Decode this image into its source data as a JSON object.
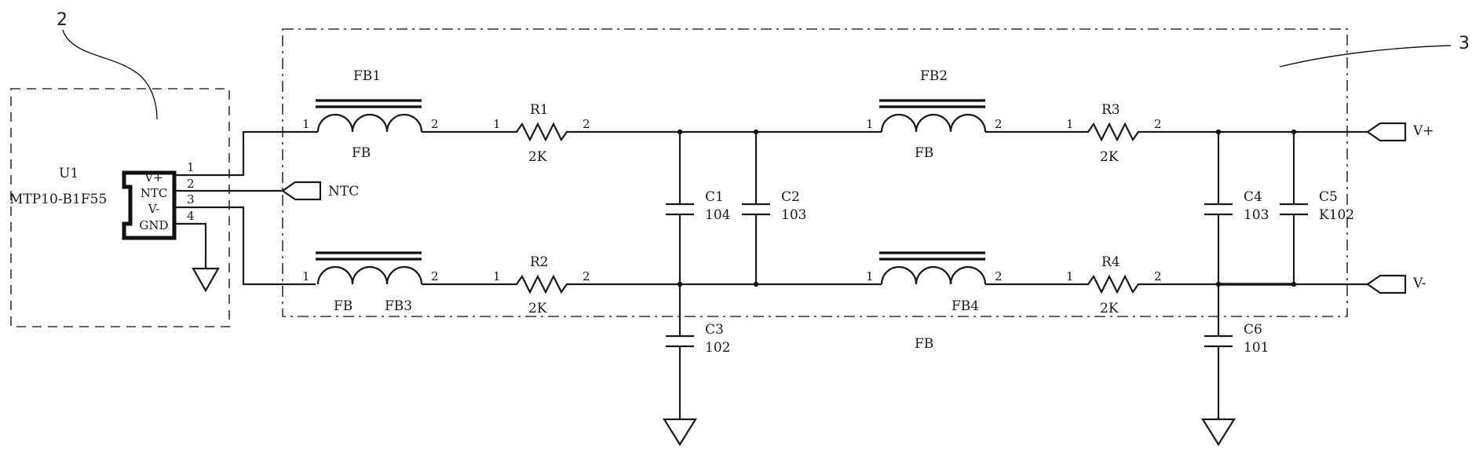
{
  "callouts": {
    "block2": "2",
    "block3": "3"
  },
  "u1": {
    "ref": "U1",
    "part": "MTP10-B1F55",
    "pins": [
      {
        "num": "1",
        "name": "V+"
      },
      {
        "num": "2",
        "name": "NTC"
      },
      {
        "num": "3",
        "name": "V-"
      },
      {
        "num": "4",
        "name": "GND"
      }
    ]
  },
  "ports": {
    "ntc": "NTC",
    "vplus": "V+",
    "vminus": "V-"
  },
  "fb1": {
    "ref": "FB1",
    "value": "FB",
    "p1": "1",
    "p2": "2"
  },
  "fb2": {
    "ref": "FB2",
    "value": "FB",
    "p1": "1",
    "p2": "2"
  },
  "fb3": {
    "ref": "FB3",
    "value": "FB",
    "p1": "1",
    "p2": "2"
  },
  "fb4": {
    "ref": "FB4",
    "value": "FB",
    "p1": "1",
    "p2": "2"
  },
  "r1": {
    "ref": "R1",
    "value": "2K",
    "p1": "1",
    "p2": "2"
  },
  "r2": {
    "ref": "R2",
    "value": "2K",
    "p1": "1",
    "p2": "2"
  },
  "r3": {
    "ref": "R3",
    "value": "2K",
    "p1": "1",
    "p2": "2"
  },
  "r4": {
    "ref": "R4",
    "value": "2K",
    "p1": "1",
    "p2": "2"
  },
  "c1": {
    "ref": "C1",
    "value": "104"
  },
  "c2": {
    "ref": "C2",
    "value": "103"
  },
  "c3": {
    "ref": "C3",
    "value": "102"
  },
  "c4": {
    "ref": "C4",
    "value": "103"
  },
  "c5": {
    "ref": "C5",
    "value": "K102"
  },
  "c6": {
    "ref": "C6",
    "value": "101"
  }
}
